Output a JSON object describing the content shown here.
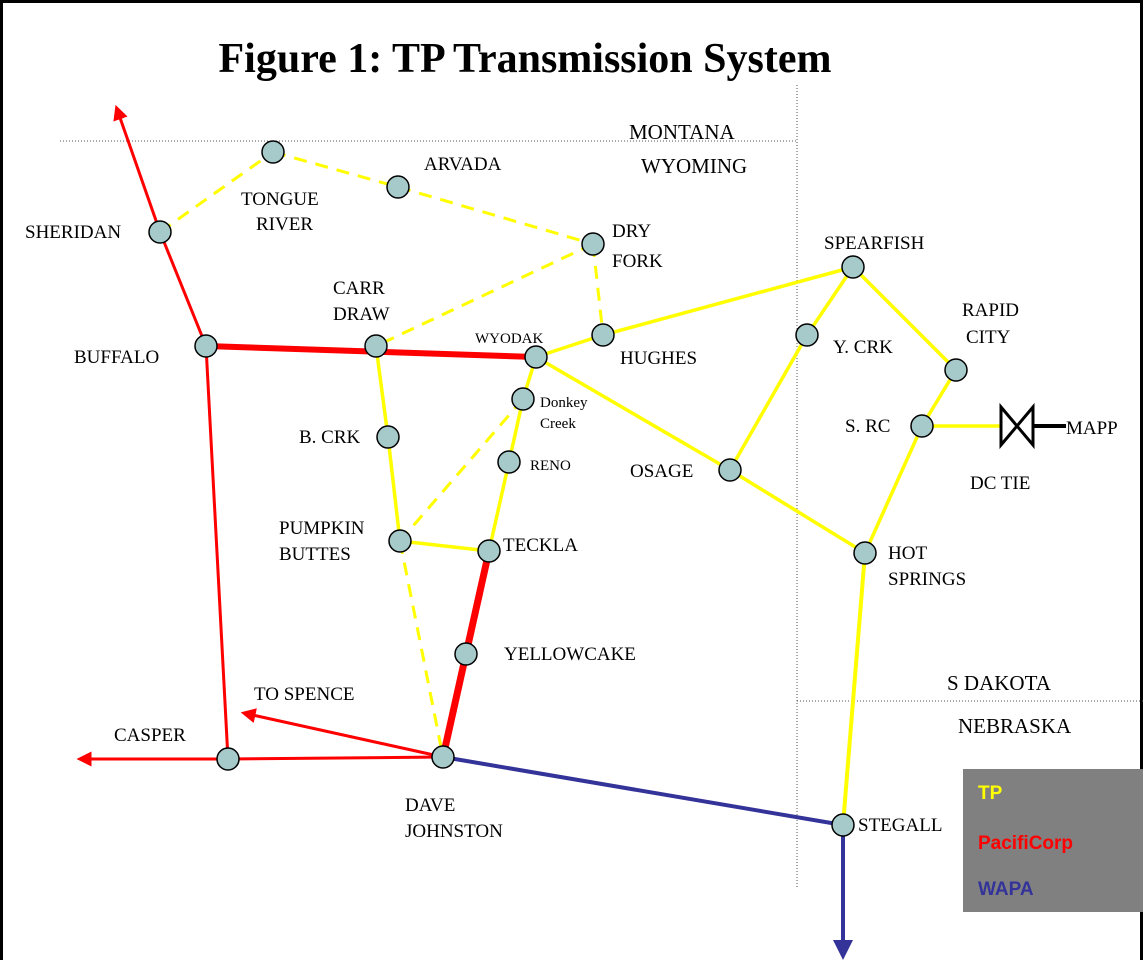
{
  "title": "Figure 1: TP Transmission System",
  "states": {
    "montana": "MONTANA",
    "wyoming": "WYOMING",
    "s_dakota": "S DAKOTA",
    "nebraska": "NEBRASKA"
  },
  "nodes": {
    "sheridan": "SHERIDAN",
    "tongue_river_1": "TONGUE",
    "tongue_river_2": "RIVER",
    "arvada": "ARVADA",
    "dry_fork_1": "DRY",
    "dry_fork_2": "FORK",
    "carr_draw_1": "CARR",
    "carr_draw_2": "DRAW",
    "wyodak": "WYODAK",
    "hughes": "HUGHES",
    "buffalo": "BUFFALO",
    "donkey_creek_1": "Donkey",
    "donkey_creek_2": "Creek",
    "b_crk": "B. CRK",
    "reno": "RENO",
    "pumpkin_buttes_1": "PUMPKIN",
    "pumpkin_buttes_2": "BUTTES",
    "teckla": "TECKLA",
    "yellowcake": "YELLOWCAKE",
    "to_spence": "TO SPENCE",
    "casper": "CASPER",
    "dave_johnston_1": "DAVE",
    "dave_johnston_2": "JOHNSTON",
    "spearfish": "SPEARFISH",
    "y_crk": "Y. CRK",
    "rapid_city_1": "RAPID",
    "rapid_city_2": "CITY",
    "s_rc": "S. RC",
    "mapp": "MAPP",
    "dc_tie": "DC TIE",
    "osage": "OSAGE",
    "hot_springs_1": "HOT",
    "hot_springs_2": "SPRINGS",
    "stegall": "STEGALL"
  },
  "legend": {
    "tp": "TP",
    "pacificorp": "PacifiCorp",
    "wapa": "WAPA"
  },
  "colors": {
    "tp": "#ffff00",
    "pacificorp": "#ff0000",
    "wapa": "#333399",
    "node_fill": "#a6caca",
    "legend_bg": "#808080"
  }
}
